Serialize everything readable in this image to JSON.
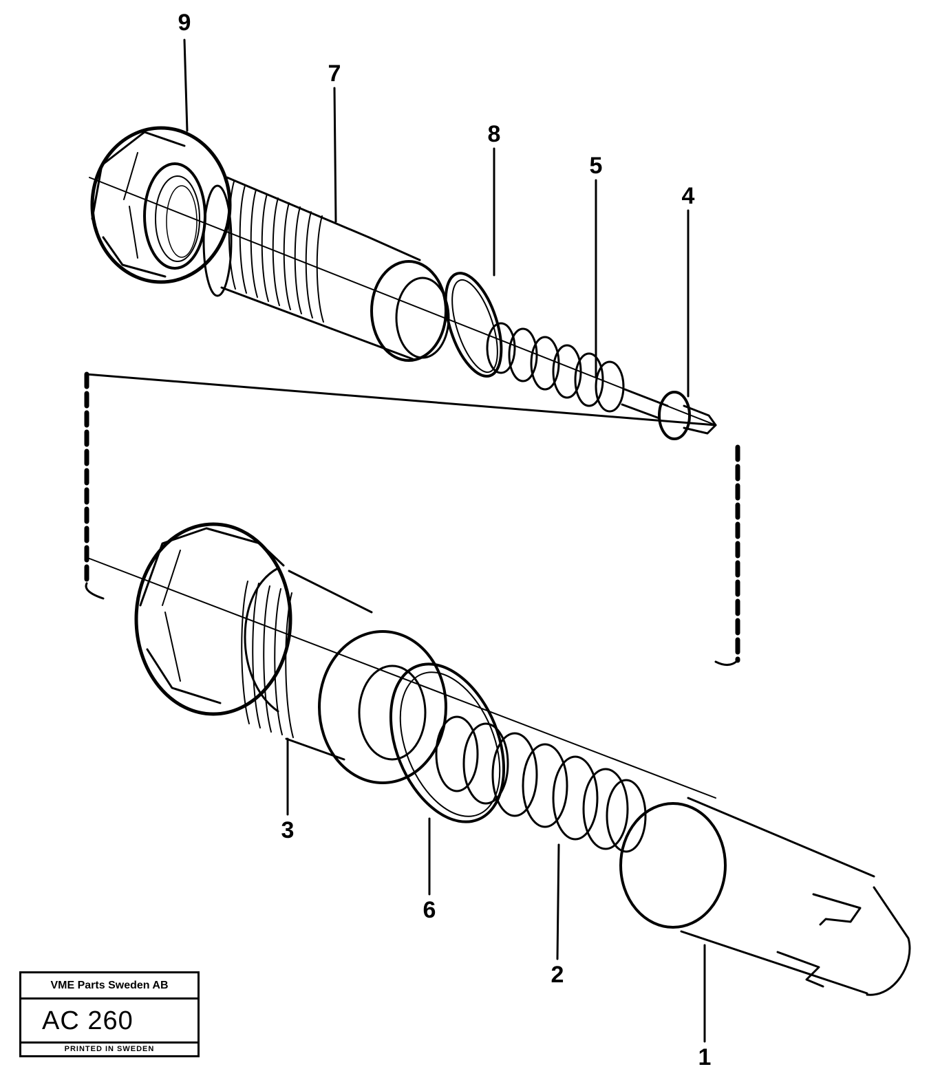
{
  "callouts": [
    {
      "id": "9",
      "label": "9"
    },
    {
      "id": "7",
      "label": "7"
    },
    {
      "id": "8",
      "label": "8"
    },
    {
      "id": "5",
      "label": "5"
    },
    {
      "id": "4",
      "label": "4"
    },
    {
      "id": "3",
      "label": "3"
    },
    {
      "id": "6",
      "label": "6"
    },
    {
      "id": "2",
      "label": "2"
    },
    {
      "id": "1",
      "label": "1"
    }
  ],
  "stamp": {
    "company": "VME Parts Sweden AB",
    "code": "AC 260",
    "printed": "PRINTED IN SWEDEN"
  }
}
